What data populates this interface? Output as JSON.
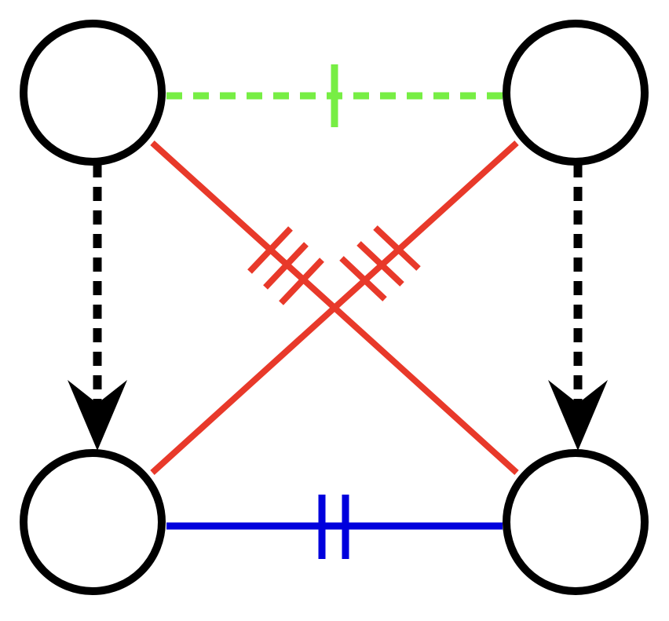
{
  "diagram": {
    "nodes": [
      {
        "id": "top-left",
        "label": ""
      },
      {
        "id": "top-right",
        "label": ""
      },
      {
        "id": "bottom-left",
        "label": ""
      },
      {
        "id": "bottom-right",
        "label": ""
      }
    ],
    "edges": [
      {
        "id": "top-edge",
        "from": "top-left",
        "to": "top-right",
        "style": "dashed",
        "color": "#77ee44",
        "tick_marks": 1,
        "directed": false
      },
      {
        "id": "bottom-edge",
        "from": "bottom-left",
        "to": "bottom-right",
        "style": "solid",
        "color": "#0000dd",
        "tick_marks": 2,
        "directed": false
      },
      {
        "id": "diagonal-tl-br",
        "from": "top-left",
        "to": "bottom-right",
        "style": "solid",
        "color": "#e8392a",
        "tick_marks": 3,
        "directed": false
      },
      {
        "id": "diagonal-tr-bl",
        "from": "top-right",
        "to": "bottom-left",
        "style": "solid",
        "color": "#e8392a",
        "tick_marks": 3,
        "directed": false
      },
      {
        "id": "left-arrow",
        "from": "top-left",
        "to": "bottom-left",
        "style": "dashed",
        "color": "#000000",
        "tick_marks": 0,
        "directed": true
      },
      {
        "id": "right-arrow",
        "from": "top-right",
        "to": "bottom-right",
        "style": "dashed",
        "color": "#000000",
        "tick_marks": 0,
        "directed": true
      }
    ]
  }
}
